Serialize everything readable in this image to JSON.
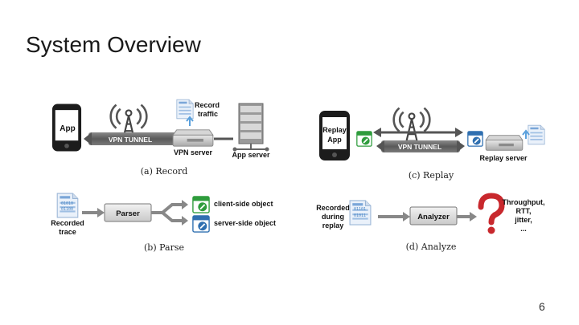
{
  "slide": {
    "title": "System Overview",
    "page_number": "6"
  },
  "record": {
    "app_label": "App",
    "tunnel_label": "VPN TUNNEL",
    "record_traffic_label": [
      "Record",
      "traffic"
    ],
    "vpn_server_label": "VPN server",
    "app_server_label": "App server",
    "caption": "(a) Record"
  },
  "parse": {
    "trace_label": [
      "Recorded",
      "trace"
    ],
    "parser_label": "Parser",
    "client_object_label": "client-side object",
    "server_object_label": "server-side object",
    "caption": "(b) Parse"
  },
  "replay": {
    "app_label": [
      "Replay",
      "App"
    ],
    "tunnel_label": "VPN TUNNEL",
    "replay_server_label": "Replay server",
    "caption": "(c) Replay"
  },
  "analyze": {
    "recorded_label": [
      "Recorded",
      "during",
      "replay"
    ],
    "analyzer_label": "Analyzer",
    "results_label": [
      "Throughput,",
      "RTT,",
      "jitter,",
      "..."
    ],
    "caption": "(d) Analyze"
  },
  "icons": [
    "phone-icon",
    "antenna-tower-icon",
    "document-icon",
    "server-icon",
    "server-rack-icon",
    "network-hub-icon",
    "client-object-icon",
    "server-object-icon",
    "question-mark-icon",
    "arrow-right-icon"
  ],
  "colors": {
    "accent_blue": "#2f6fb0",
    "object_green": "#2e9c3c",
    "question_red": "#c8282d",
    "tunnel_gray": "#6b6b6b"
  }
}
